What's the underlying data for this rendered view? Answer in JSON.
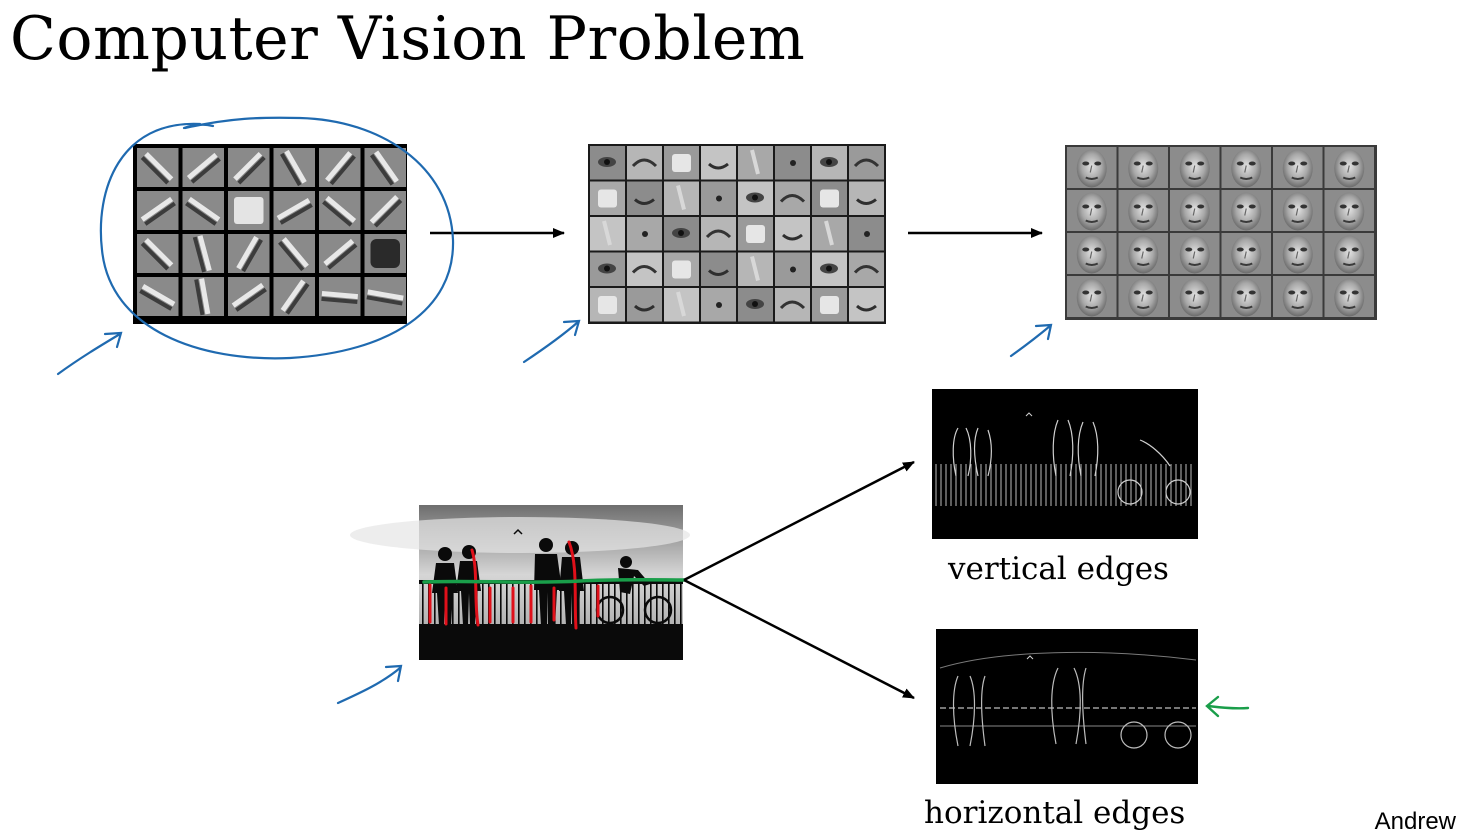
{
  "slide": {
    "title": "Computer Vision Problem",
    "footer": "Andrew"
  },
  "captions": {
    "vertical": "vertical edges",
    "horizontal": "horizontal edges"
  },
  "colors": {
    "ink_blue": "#1f6ab0",
    "ink_red": "#e0101a",
    "ink_green": "#1a9e4a",
    "arrow": "#000000"
  }
}
